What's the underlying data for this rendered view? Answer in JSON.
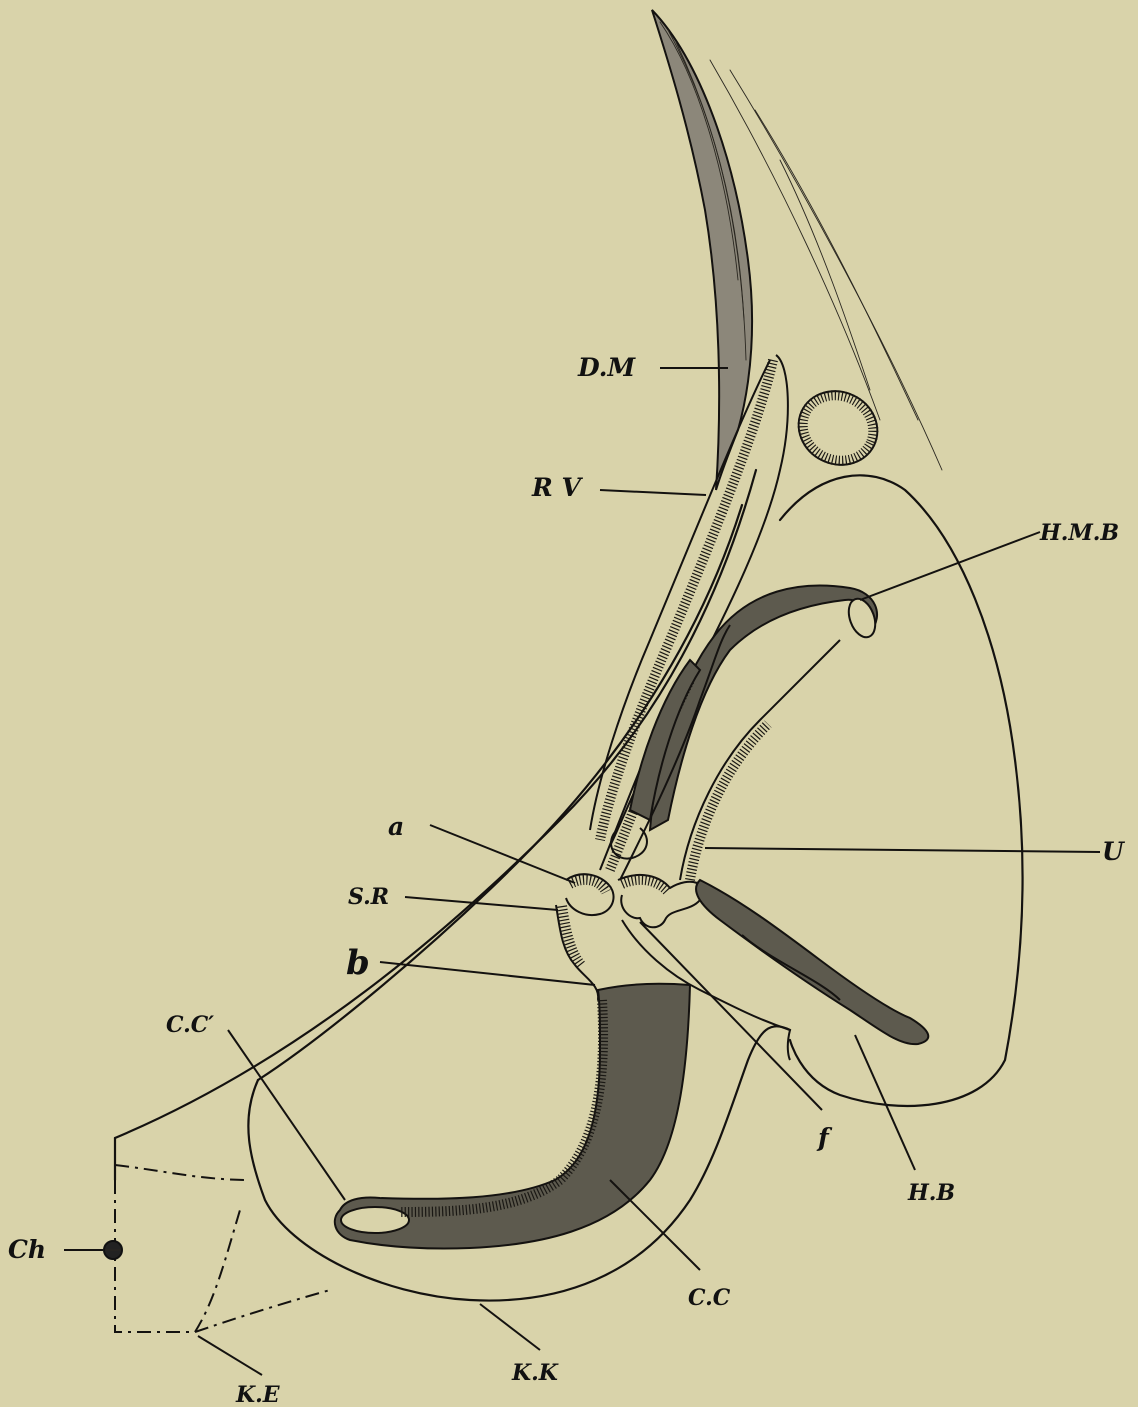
{
  "labels": {
    "dm": "D.M",
    "rv": "R V",
    "hmb": "H.M.B",
    "u": "U",
    "a": "a",
    "sr": "S.R",
    "b": "b",
    "cc_prime": "C.C′",
    "f": "f",
    "hb": "H.B",
    "cc": "C.C",
    "kk": "K.K",
    "ke": "K.E",
    "ch": "Ch"
  },
  "colors": {
    "paper": "#d9d3aa",
    "ink": "#141210",
    "shading": "#5d5a4e"
  }
}
